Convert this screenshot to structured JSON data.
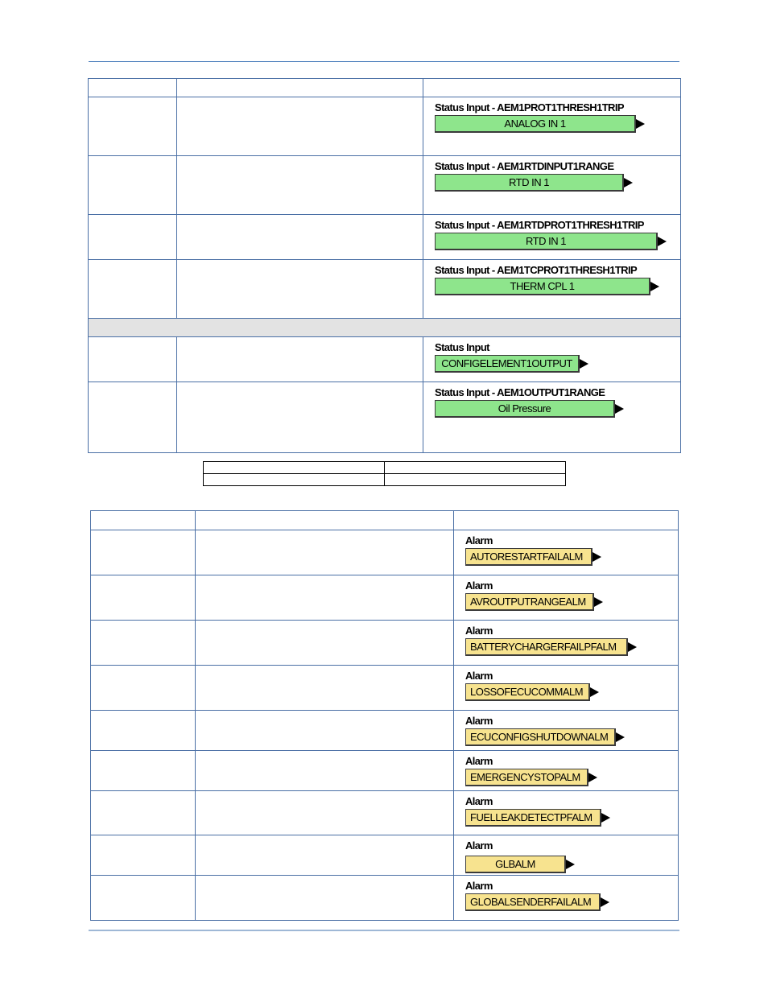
{
  "status_table": {
    "rows": [
      {
        "title": "Status Input - AEM1PROT1THRESH1TRIP",
        "block": "ANALOG IN 1"
      },
      {
        "title": "Status Input - AEM1RTDINPUT1RANGE",
        "block": "RTD IN 1"
      },
      {
        "title": "Status Input - AEM1RTDPROT1THRESH1TRIP",
        "block": "RTD IN 1"
      },
      {
        "title": "Status Input - AEM1TCPROT1THRESH1TRIP",
        "block": "THERM CPL 1"
      },
      {
        "title": "Status Input",
        "block": "CONFIGELEMENT1OUTPUT"
      },
      {
        "title": "Status Input - AEM1OUTPUT1RANGE",
        "block": "Oil Pressure"
      }
    ],
    "block_color": "#8ee58c"
  },
  "alarm_table": {
    "rows": [
      {
        "title": "Alarm",
        "block": "AUTORESTARTFAILALM"
      },
      {
        "title": "Alarm",
        "block": "AVROUTPUTRANGEALM"
      },
      {
        "title": "Alarm",
        "block": "BATTERYCHARGERFAILPFALM"
      },
      {
        "title": "Alarm",
        "block": "LOSSOFECUCOMMALM"
      },
      {
        "title": "Alarm",
        "block": "ECUCONFIGSHUTDOWNALM"
      },
      {
        "title": "Alarm",
        "block": "EMERGENCYSTOPALM"
      },
      {
        "title": "Alarm",
        "block": "FUELLEAKDETECTPFALM"
      },
      {
        "title": "Alarm",
        "block": "GLBALM"
      },
      {
        "title": "Alarm",
        "block": "GLOBALSENDERFAILALM"
      }
    ],
    "block_color": "#f7e38f"
  },
  "rule_color": "#4f81bd"
}
